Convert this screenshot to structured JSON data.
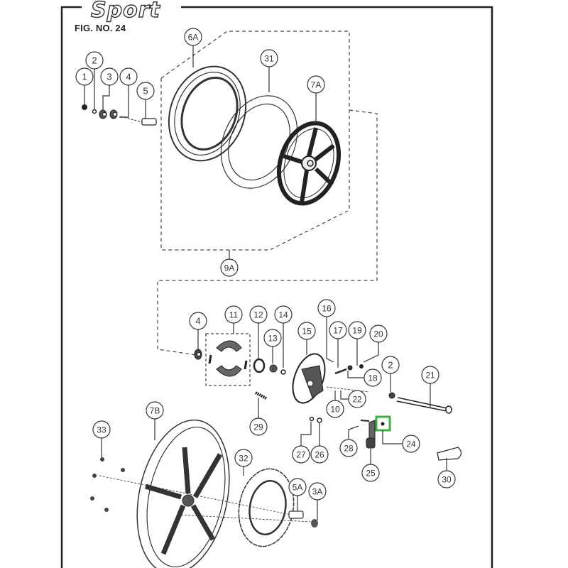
{
  "header": {
    "brand": "Sport",
    "figure_label": "FIG. NO. 24"
  },
  "highlight": {
    "color": "#3cb043",
    "callout": "24"
  },
  "callouts": [
    {
      "id": "c1",
      "label": "1"
    },
    {
      "id": "c2",
      "label": "2"
    },
    {
      "id": "c3",
      "label": "3"
    },
    {
      "id": "c4",
      "label": "4"
    },
    {
      "id": "c5",
      "label": "5"
    },
    {
      "id": "c6a",
      "label": "6A"
    },
    {
      "id": "c31",
      "label": "31"
    },
    {
      "id": "c7a",
      "label": "7A"
    },
    {
      "id": "c9a",
      "label": "9A"
    },
    {
      "id": "c4b",
      "label": "4"
    },
    {
      "id": "c11",
      "label": "11"
    },
    {
      "id": "c12",
      "label": "12"
    },
    {
      "id": "c13",
      "label": "13"
    },
    {
      "id": "c14",
      "label": "14"
    },
    {
      "id": "c15",
      "label": "15"
    },
    {
      "id": "c16",
      "label": "16"
    },
    {
      "id": "c17",
      "label": "17"
    },
    {
      "id": "c19",
      "label": "19"
    },
    {
      "id": "c20",
      "label": "20"
    },
    {
      "id": "c18",
      "label": "18"
    },
    {
      "id": "c2b",
      "label": "2"
    },
    {
      "id": "c21",
      "label": "21"
    },
    {
      "id": "c22",
      "label": "22"
    },
    {
      "id": "c10",
      "label": "10"
    },
    {
      "id": "c29",
      "label": "29"
    },
    {
      "id": "c24",
      "label": "24"
    },
    {
      "id": "c28",
      "label": "28"
    },
    {
      "id": "c27",
      "label": "27"
    },
    {
      "id": "c26",
      "label": "26"
    },
    {
      "id": "c25",
      "label": "25"
    },
    {
      "id": "c30",
      "label": "30"
    },
    {
      "id": "c7b",
      "label": "7B"
    },
    {
      "id": "c33",
      "label": "33"
    },
    {
      "id": "c32",
      "label": "32"
    },
    {
      "id": "c5a",
      "label": "5A"
    },
    {
      "id": "c3a",
      "label": "3A"
    }
  ]
}
